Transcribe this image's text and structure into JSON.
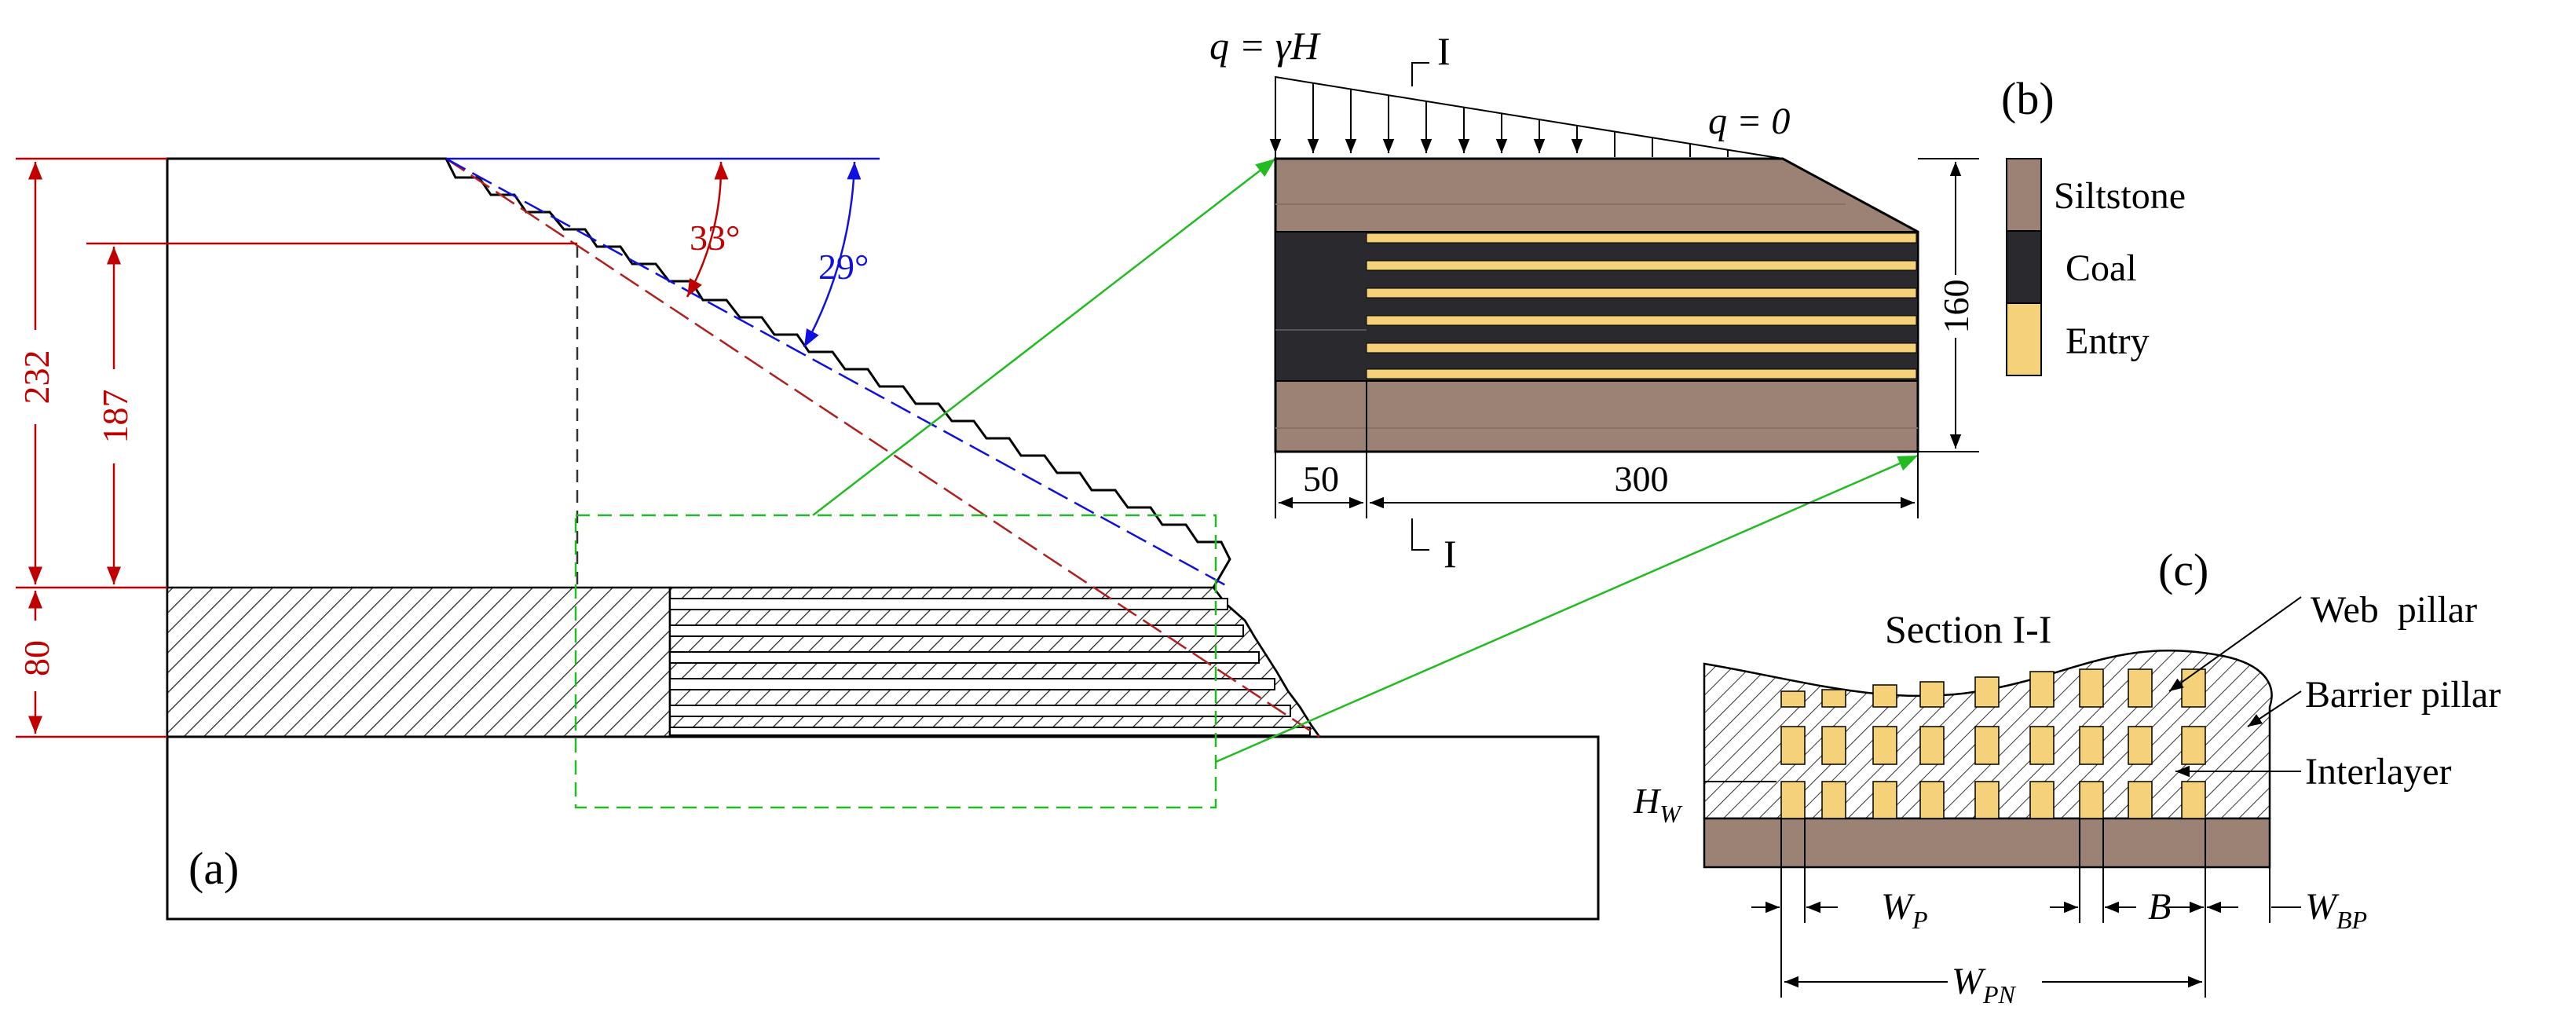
{
  "panels": {
    "a": {
      "label": "(a)"
    },
    "b": {
      "label": "(b)"
    },
    "c": {
      "label": "(c)"
    }
  },
  "panel_a": {
    "dims": {
      "total": "232",
      "upper": "187",
      "coal": "80"
    },
    "angles": {
      "red": "33°",
      "blue": "29°"
    }
  },
  "panel_b": {
    "load_left": "q = γH",
    "load_right": "q = 0",
    "section_mark": "I",
    "dim_left": "50",
    "dim_bottom": "300",
    "dim_right": "160"
  },
  "legend": [
    "Siltstone",
    "Coal",
    "Entry"
  ],
  "panel_c": {
    "title": "Section I-I",
    "web_pillar": "Web  pillar",
    "barrier_pillar": "Barrier pillar",
    "interlayer": "Interlayer",
    "hw": "H",
    "hw_sub": "W",
    "wp": "W",
    "wp_sub": "P",
    "b": "B",
    "wbp": "W",
    "wbp_sub": "BP",
    "wpn": "W",
    "wpn_sub": "PN"
  },
  "colors": {
    "siltstone": "#9b8275",
    "coal": "#2a2a2e",
    "entry": "#f5d27a",
    "dim_red": "#c00000",
    "angle_blue": "#1010e0",
    "guide_green": "#22bb22"
  }
}
